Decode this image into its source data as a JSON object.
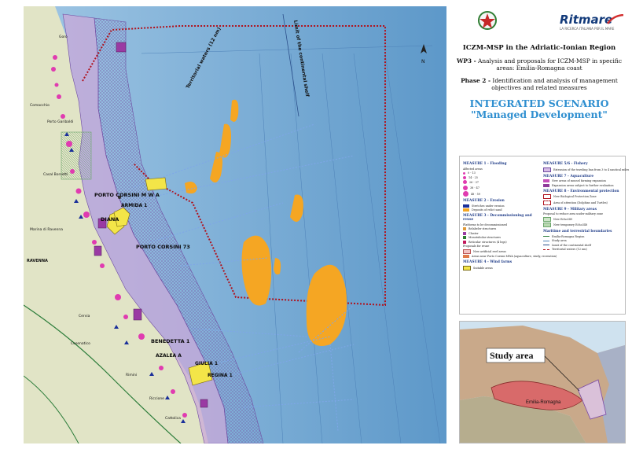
{
  "header": {
    "brand": "Ritmare",
    "brand_sub": "LA RICERCA ITALIANA PER IL MARE",
    "title": "ICZM-MSP in the Adriatic-Ionian Region",
    "wp3_bold": "WP3 -",
    "wp3_text": "Analysis and proposals for ICZM-MSP in specific areas: Emilia-Romagna coast",
    "phase_bold": "Phase 2 -",
    "phase_text": "Identification and analysis of management objectives and related measures",
    "scenario_line1": "INTEGRATED SCENARIO",
    "scenario_line2": "\"Managed Development\""
  },
  "map_labels": {
    "territorial_waters": "Territorial waters (12 nm)",
    "continental_shelf": "Limit of the continental shelf",
    "porto_corsini_mwa": "PORTO CORSINI M W A",
    "armida": "ARMIDA 1",
    "diana": "DIANA",
    "porto_corsini_73": "PORTO CORSINI 73",
    "benedetta": "BENEDETTA 1",
    "azalea": "AZALEA A",
    "giulia": "GIULIA 1",
    "regina": "REGINA 1",
    "ravenna": "RAVENNA",
    "cervia": "Cervia",
    "cesenatico": "Cesenatico",
    "rimini": "Rimini",
    "riccione": "Riccione",
    "cattolica": "Cattolica",
    "comacchio": "Comacchio",
    "porto_garibaldi": "Porto Garibaldi",
    "casal_borsetti": "Casal Borsetti",
    "marina_di_ravenna": "Marina di Ravenna",
    "goro": "Goro",
    "north": "N"
  },
  "legend": {
    "m1_title": "MEASURE 1 - Flooding",
    "m1_sub": "Affected areas",
    "m1_items": [
      "0 - 13",
      "14 - 25",
      "26 - 37",
      "38 - 47",
      "48 - 59"
    ],
    "m2_title": "MEASURE 2 - Erosion",
    "m2_items": [
      "Stretches under erosion",
      "Deposits of relict sand"
    ],
    "m3_title": "MEASURE 3 - Decommissioning and reuse",
    "m3_sub": "Platforms to be decommissioned",
    "m3_items": [
      "Belabeler structures",
      "Cluster",
      "Monotubolar structures",
      "Reticular structures (4 legs)"
    ],
    "m3_sub2": "Proposals for reuse",
    "m3_items2": [
      "New artificial reef areas",
      "Areas near Porto Corsini MWA (aquaculture, study, recreation)"
    ],
    "m4_title": "MEASURE 4 - Wind farms",
    "m4_items": [
      "Suitable areas"
    ],
    "m56_title": "MEASURE 5/6 - Fishery",
    "m56_items": [
      "Extension of the trawling ban from 3 to 4 nautical miles"
    ],
    "m7_title": "MEASURE 7 - Aquaculture",
    "m7_items": [
      "New areas of mussel farming expansion",
      "Expansion areas subject to further evaluation"
    ],
    "m8_title": "MEASURE 8 - Environmental protection",
    "m8_items": [
      "New Biological Protection Zone",
      "Area of attention (Dolphins and Turtles)"
    ],
    "m9_title": "MEASURE 9 - Military areas",
    "m9_sub": "Proposal to reduce area under military zone",
    "m9_items": [
      "New Echo349",
      "New temporary Echo348"
    ],
    "boundaries_title": "Maritime and terrestrial boundaries",
    "boundaries_items": [
      "Emilia-Romagna Region",
      "Study area",
      "Limit of the continental shelf",
      "Territorial waters (12 nm)"
    ]
  },
  "inset": {
    "study_area": "Study area",
    "region": "Emilia-Romagna"
  },
  "colors": {
    "sea": "#6fa8d4",
    "land": "#e3e6c8",
    "coastal_band": "#c9a8d8",
    "sand_deposits": "#f5a623",
    "territorial_line": "#b0111c",
    "flood_circle": "#e03bb0",
    "wind_farm": "#f3e548",
    "trawl": "#5a7fd8",
    "title_accent": "#2f8fd0"
  }
}
